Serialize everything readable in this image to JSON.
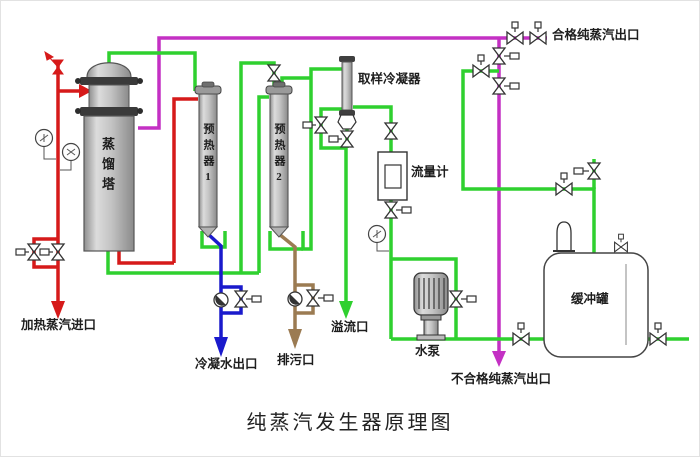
{
  "title": "纯蒸汽发生器原理图",
  "equipment": {
    "distillation_column": "蒸馏塔",
    "preheater_1": "预热器1",
    "preheater_2": "预热器2",
    "sampling_condenser": "取样冷凝器",
    "flow_meter": "流量计",
    "water_pump": "水泵",
    "buffer_tank": "缓冲罐"
  },
  "ports": {
    "heating_steam_inlet": "加热蒸汽进口",
    "condensate_water_outlet": "冷凝水出口",
    "blowdown_outlet": "排污口",
    "overflow_outlet": "溢流口",
    "qualified_pure_steam_outlet": "合格纯蒸汽出口",
    "unqualified_pure_steam_outlet": "不合格纯蒸汽出口"
  },
  "line_colors": {
    "heating_steam": "#d61a1a",
    "feed_water": "#2fd02f",
    "pure_steam": "#c430c4",
    "condensate": "#1a1acc",
    "blowdown": "#9b7b52"
  }
}
